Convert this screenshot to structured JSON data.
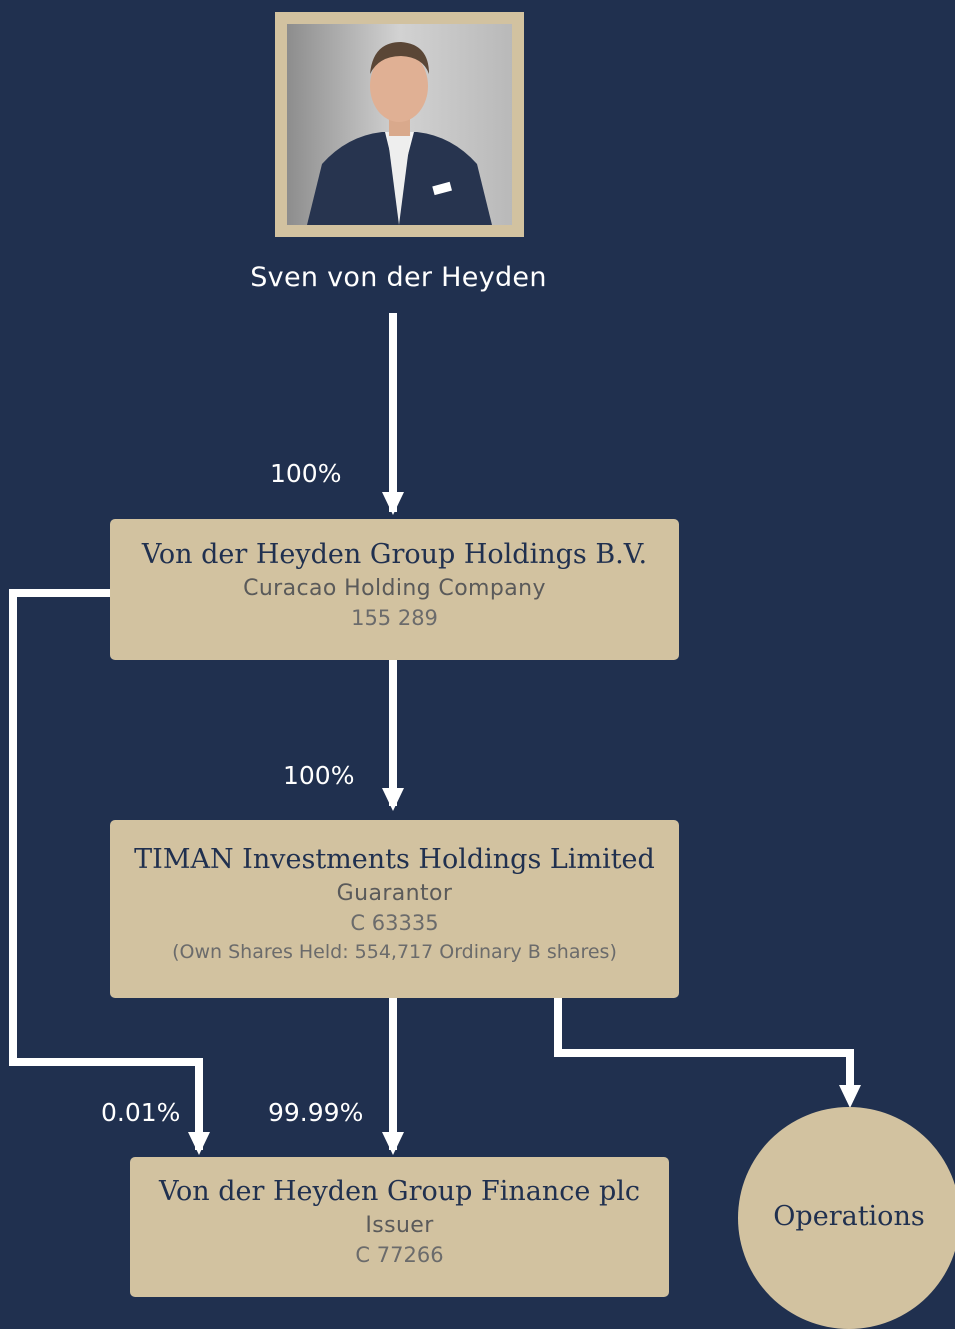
{
  "person": {
    "name": "Sven von der Heyden",
    "photo_icon": "portrait-photo"
  },
  "entities": {
    "holdings": {
      "name": "Von der Heyden Group Holdings B.V.",
      "role": "Curacao Holding Company",
      "reg": "155 289"
    },
    "timan": {
      "name": "TIMAN Investments Holdings Limited",
      "role": "Guarantor",
      "reg": "C 63335",
      "note": "(Own Shares Held: 554,717 Ordinary B shares)"
    },
    "finance": {
      "name": "Von der Heyden Group Finance plc",
      "role": "Issuer",
      "reg": "C 77266"
    },
    "operations": {
      "name": "Operations"
    }
  },
  "ownership": {
    "person_to_holdings": "100%",
    "holdings_to_timan": "100%",
    "holdings_to_finance": "0.01%",
    "timan_to_finance": "99.99%"
  },
  "colors": {
    "background": "#20304f",
    "box": "#d2c2a0",
    "connector": "#ffffff"
  }
}
